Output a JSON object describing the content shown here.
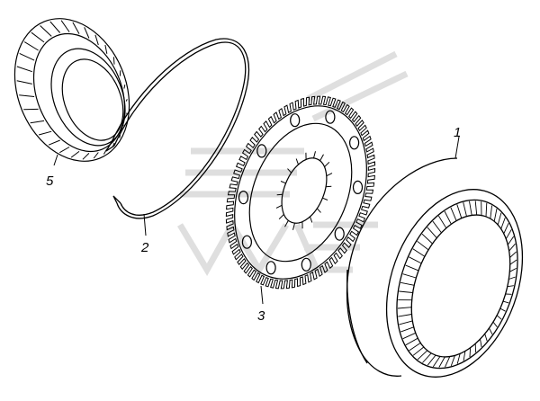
{
  "diagram": {
    "labels": {
      "ring_gear": "1",
      "retaining_ring": "2",
      "gear_hub": "3",
      "roller_bearing": "5"
    },
    "colors": {
      "line": "#000000",
      "watermark": "#d9d9d9",
      "background": "#ffffff"
    }
  }
}
